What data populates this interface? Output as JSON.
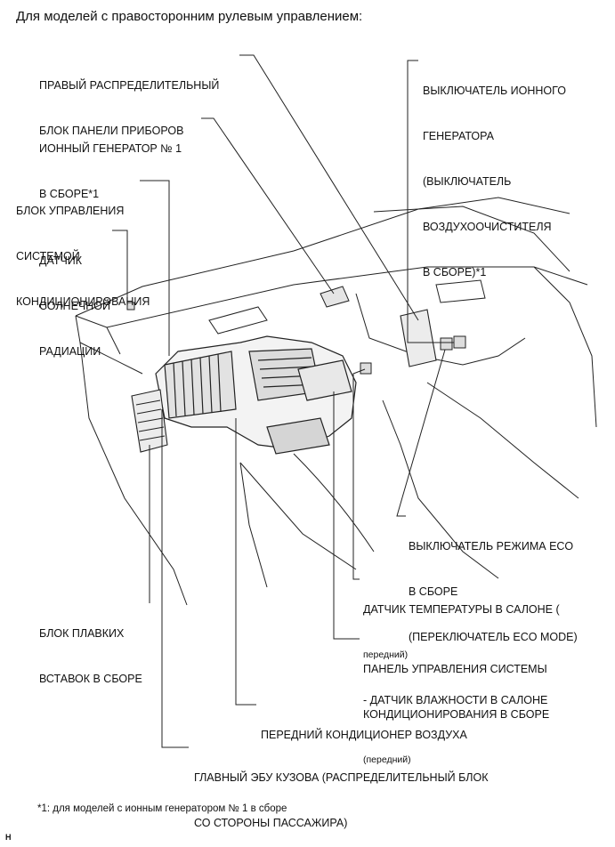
{
  "header": "Для моделей с правосторонним рулевым управлением:",
  "labels": {
    "right_junction_block": [
      "ПРАВЫЙ РАСПРЕДЕЛИТЕЛЬНЫЙ",
      "БЛОК ПАНЕЛИ ПРИБОРОВ"
    ],
    "ion_generator_switch": [
      "ВЫКЛЮЧАТЕЛЬ ИОННОГО",
      "ГЕНЕРАТОРА",
      "(ВЫКЛЮЧАТЕЛЬ",
      "ВОЗДУХООЧИСТИТЕЛЯ",
      "В СБОРЕ)*1"
    ],
    "ion_generator_no1": [
      "ИОННЫЙ ГЕНЕРАТОР № 1",
      "В СБОРЕ*1"
    ],
    "ac_control_unit": [
      "БЛОК УПРАВЛЕНИЯ",
      "СИСТЕМОЙ",
      "КОНДИЦИОНИРОВАНИЯ"
    ],
    "solar_sensor": [
      "ДАТЧИК",
      "СОЛНЕЧНОЙ",
      "РАДИАЦИИ"
    ],
    "eco_switch": [
      "ВЫКЛЮЧАТЕЛЬ РЕЖИМА ECO",
      "В СБОРЕ",
      "(ПЕРЕКЛЮЧАТЕЛЬ ECO MODE)"
    ],
    "room_temp_sensor": [
      "ДАТЧИК ТЕМПЕРАТУРЫ В САЛОНЕ (",
      "передний)",
      "- ДАТЧИК ВЛАЖНОСТИ В САЛОНЕ"
    ],
    "fuse_block": [
      "БЛОК ПЛАВКИХ",
      "ВСТАВОК В СБОРЕ"
    ],
    "ac_control_panel": [
      "ПАНЕЛЬ УПРАВЛЕНИЯ СИСТЕМЫ",
      "КОНДИЦИОНИРОВАНИЯ В СБОРЕ",
      "(передний)"
    ],
    "front_air_conditioner": [
      "ПЕРЕДНИЙ КОНДИЦИОНЕР ВОЗДУХА"
    ],
    "main_body_ecu": [
      "ГЛАВНЫЙ ЭБУ КУЗОВА (РАСПРЕДЕЛИТЕЛЬНЫЙ БЛОК",
      "СО СТОРОНЫ ПАССАЖИРА)"
    ]
  },
  "footnote": "*1: для моделей с ионным генератором № 1 в сборе",
  "figure_code": "H"
}
